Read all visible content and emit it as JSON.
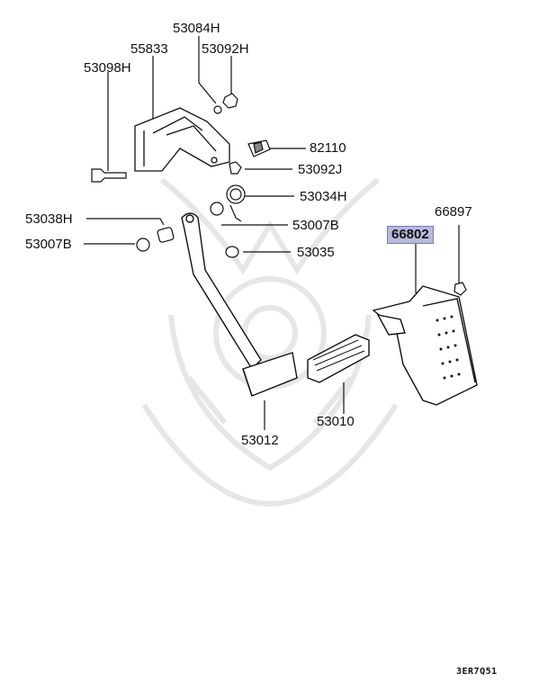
{
  "diagram": {
    "part_labels": [
      {
        "id": "53084H",
        "text": "53084H"
      },
      {
        "id": "55833",
        "text": "55833"
      },
      {
        "id": "53092H",
        "text": "53092H"
      },
      {
        "id": "53098H",
        "text": "53098H"
      },
      {
        "id": "82110",
        "text": "82110"
      },
      {
        "id": "53092J",
        "text": "53092J"
      },
      {
        "id": "53034H",
        "text": "53034H"
      },
      {
        "id": "53038H",
        "text": "53038H"
      },
      {
        "id": "53007B_right",
        "text": "53007B"
      },
      {
        "id": "66897",
        "text": "66897"
      },
      {
        "id": "66802",
        "text": "66802"
      },
      {
        "id": "53007B_left",
        "text": "53007B"
      },
      {
        "id": "53035",
        "text": "53035"
      },
      {
        "id": "53010",
        "text": "53010"
      },
      {
        "id": "53012",
        "text": "53012"
      }
    ],
    "highlighted_part": "66802",
    "highlight_color": "#b9b9dd",
    "footer_code": "3ER7Q51"
  }
}
